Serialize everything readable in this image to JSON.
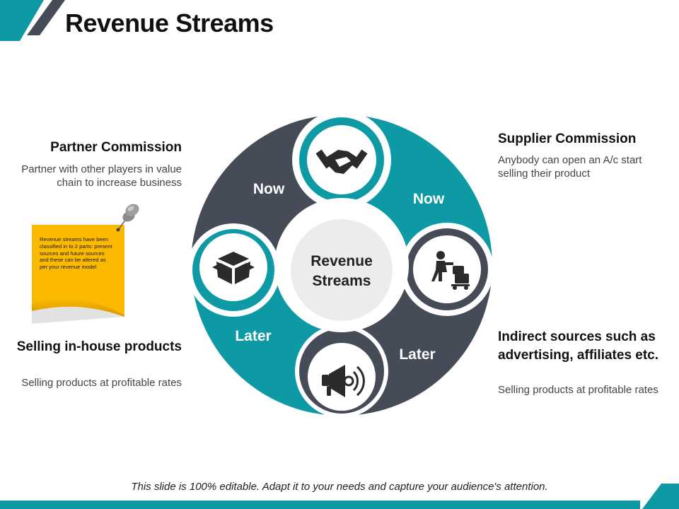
{
  "title": "Revenue Streams",
  "center_label": [
    "Revenue",
    "Streams"
  ],
  "segments": {
    "top_left": "Now",
    "top_right": "Now",
    "bottom_left": "Later",
    "bottom_right": "Later"
  },
  "partner": {
    "title": "Partner Commission",
    "desc": "Partner with other players in value chain to increase business"
  },
  "supplier": {
    "title": "Supplier Commission",
    "desc": "Anybody can open an A/c start selling their product"
  },
  "inhouse": {
    "title": "Selling in-house products",
    "desc": "Selling products at profitable rates"
  },
  "indirect": {
    "title": "Indirect sources such as advertising, affiliates etc.",
    "desc": "Selling products at profitable rates"
  },
  "sticky_note": "Revenue streams have been classified in to 2 parts: present sources and future sources and these can be altered as per your revenue model",
  "footer": "This slide is 100% editable. Adapt it to your needs and capture your audience's attention.",
  "colors": {
    "teal": "#0e9aa5",
    "dark": "#454b57",
    "yellow": "#fbb900",
    "light_gray": "#ececec"
  },
  "icons": [
    "handshake-icon",
    "luggage-trolley-icon",
    "megaphone-icon",
    "box-icon",
    "push-pin-icon"
  ]
}
